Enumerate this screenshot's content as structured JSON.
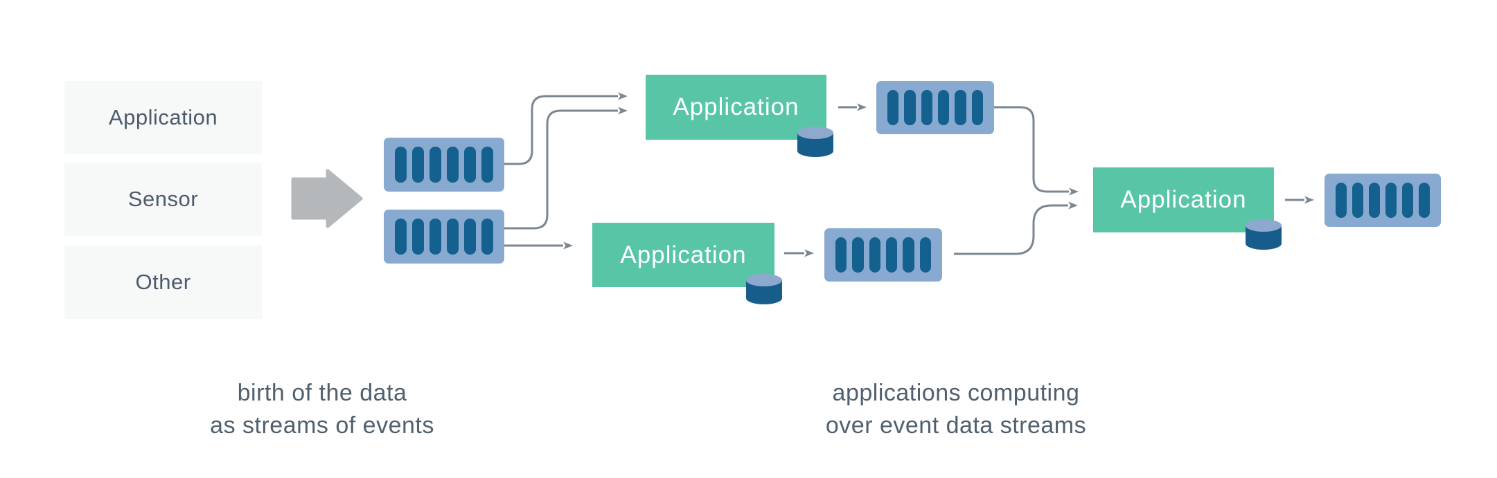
{
  "diagram": {
    "sources": {
      "items": [
        {
          "label": "Application"
        },
        {
          "label": "Sensor"
        },
        {
          "label": "Other"
        }
      ]
    },
    "nodes": {
      "app1": {
        "label": "Application"
      },
      "app2": {
        "label": "Application"
      },
      "app3": {
        "label": "Application"
      }
    },
    "captions": {
      "left": {
        "line1": "birth of the data",
        "line2": "as streams of events"
      },
      "right": {
        "line1": "applications computing",
        "line2": "over event data streams"
      }
    },
    "icons": {
      "ingest": "block-arrow-icon",
      "stream": "stream-icon",
      "database": "database-cylinder-icon",
      "connector": "flow-arrow"
    },
    "colors": {
      "app_green": "#58c6a6",
      "stream_light_blue": "#88aad0",
      "stream_bar_blue": "#14608f",
      "cylinder_body_blue": "#175d8c",
      "cylinder_top_blue": "#8da9ce",
      "connector_gray": "#7b8691",
      "block_arrow_gray": "#b4b8bb",
      "source_box_bg": "#f7f8f8",
      "text_slate": "#4d5c6b",
      "caption_slate": "#50606e",
      "node_text": "#ffffff",
      "background": "#ffffff"
    }
  }
}
